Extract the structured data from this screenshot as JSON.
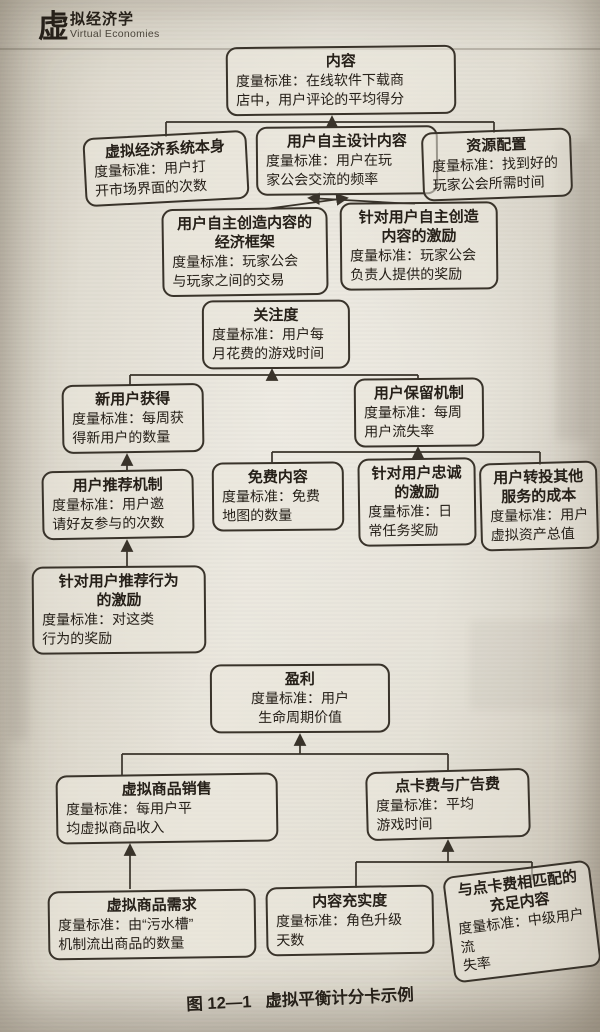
{
  "header": {
    "big_char": "虚",
    "title_rest": "拟经济学",
    "subtitle": "Virtual Economies"
  },
  "caption": {
    "label": "图 12—1",
    "title": "虚拟平衡计分卡示例"
  },
  "nodes": {
    "content": {
      "title": "内容",
      "body": "度量标准：在线软件下载商\n店中，用户评论的平均得分"
    },
    "ve_system": {
      "title": "虚拟经济系统本身",
      "body": "度量标准：用户打\n开市场界面的次数"
    },
    "user_designed_content": {
      "title": "用户自主设计内容",
      "body": "度量标准：用户在玩\n家公会交流的频率"
    },
    "resource_allocation": {
      "title": "资源配置",
      "body": "度量标准：找到好的\n玩家公会所需时间"
    },
    "ugc_economic_framework": {
      "title": "用户自主创造内容的\n经济框架",
      "body": "度量标准：玩家公会\n与玩家之间的交易"
    },
    "ugc_incentives": {
      "title": "针对用户自主创造\n内容的激励",
      "body": "度量标准：玩家公会\n负责人提供的奖励"
    },
    "attention": {
      "title": "关注度",
      "body": "度量标准：用户每\n月花费的游戏时间"
    },
    "new_user_acquisition": {
      "title": "新用户获得",
      "body": "度量标准：每周获\n得新用户的数量"
    },
    "user_retention": {
      "title": "用户保留机制",
      "body": "度量标准：每周\n用户流失率"
    },
    "referral_mechanism": {
      "title": "用户推荐机制",
      "body": "度量标准：用户邀\n请好友参与的次数"
    },
    "free_content": {
      "title": "免费内容",
      "body": "度量标准：免费\n地图的数量"
    },
    "loyalty_incentives": {
      "title": "针对用户忠诚\n的激励",
      "body": "度量标准：日\n常任务奖励"
    },
    "switching_cost": {
      "title": "用户转投其他\n服务的成本",
      "body": "度量标准：用户\n虚拟资产总值"
    },
    "referral_incentives": {
      "title": "针对用户推荐行为\n的激励",
      "body": "度量标准：对这类\n行为的奖励"
    },
    "profit": {
      "title": "盈利",
      "body": "度量标准：用户\n生命周期价值"
    },
    "virtual_goods_sales": {
      "title": "虚拟商品销售",
      "body": "度量标准：每用户平\n均虚拟商品收入"
    },
    "card_fees_ads": {
      "title": "点卡费与广告费",
      "body": "度量标准：平均\n游戏时间"
    },
    "virtual_goods_demand": {
      "title": "虚拟商品需求",
      "body": "度量标准：由“污水槽”\n机制流出商品的数量"
    },
    "content_richness": {
      "title": "内容充实度",
      "body": "度量标准：角色升级\n天数"
    },
    "sufficient_content": {
      "title": "与点卡费相匹配的\n充足内容",
      "body": "度量标准：中级用户流\n失率"
    }
  }
}
